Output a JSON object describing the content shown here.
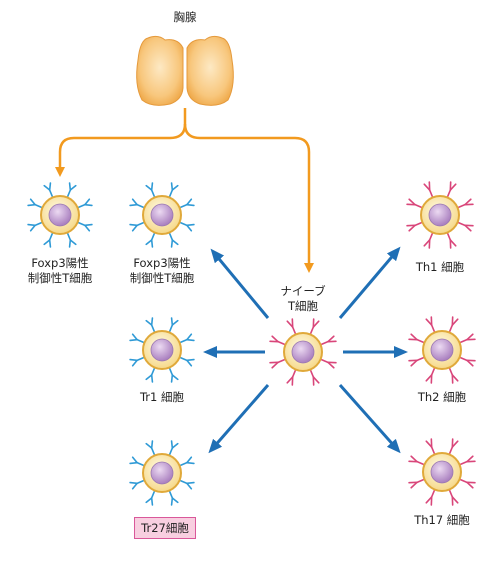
{
  "thymus": {
    "label": "胸腺"
  },
  "naive": {
    "line1": "ナイーブ",
    "line2": "T細胞"
  },
  "foxp3_thymic": {
    "line1": "Foxp3陽性",
    "line2": "制御性T細胞"
  },
  "foxp3_induced": {
    "line1": "Foxp3陽性",
    "line2": "制御性T細胞"
  },
  "tr1": {
    "label": "Tr1 細胞"
  },
  "tr27": {
    "label": "Tr27細胞"
  },
  "th1": {
    "label": "Th1 細胞"
  },
  "th2": {
    "label": "Th2 細胞"
  },
  "th17": {
    "label": "Th17 細胞"
  },
  "colors": {
    "thymus_arrow": "#f29a1f",
    "differentiation_arrow": "#1f6fb5",
    "regulatory_receptor": "#2f9ad6",
    "effector_receptor": "#d9467a",
    "cell_body": "#fbe7a8",
    "nucleus": "#b890c8",
    "tr27_highlight": "#f8cfe0"
  }
}
